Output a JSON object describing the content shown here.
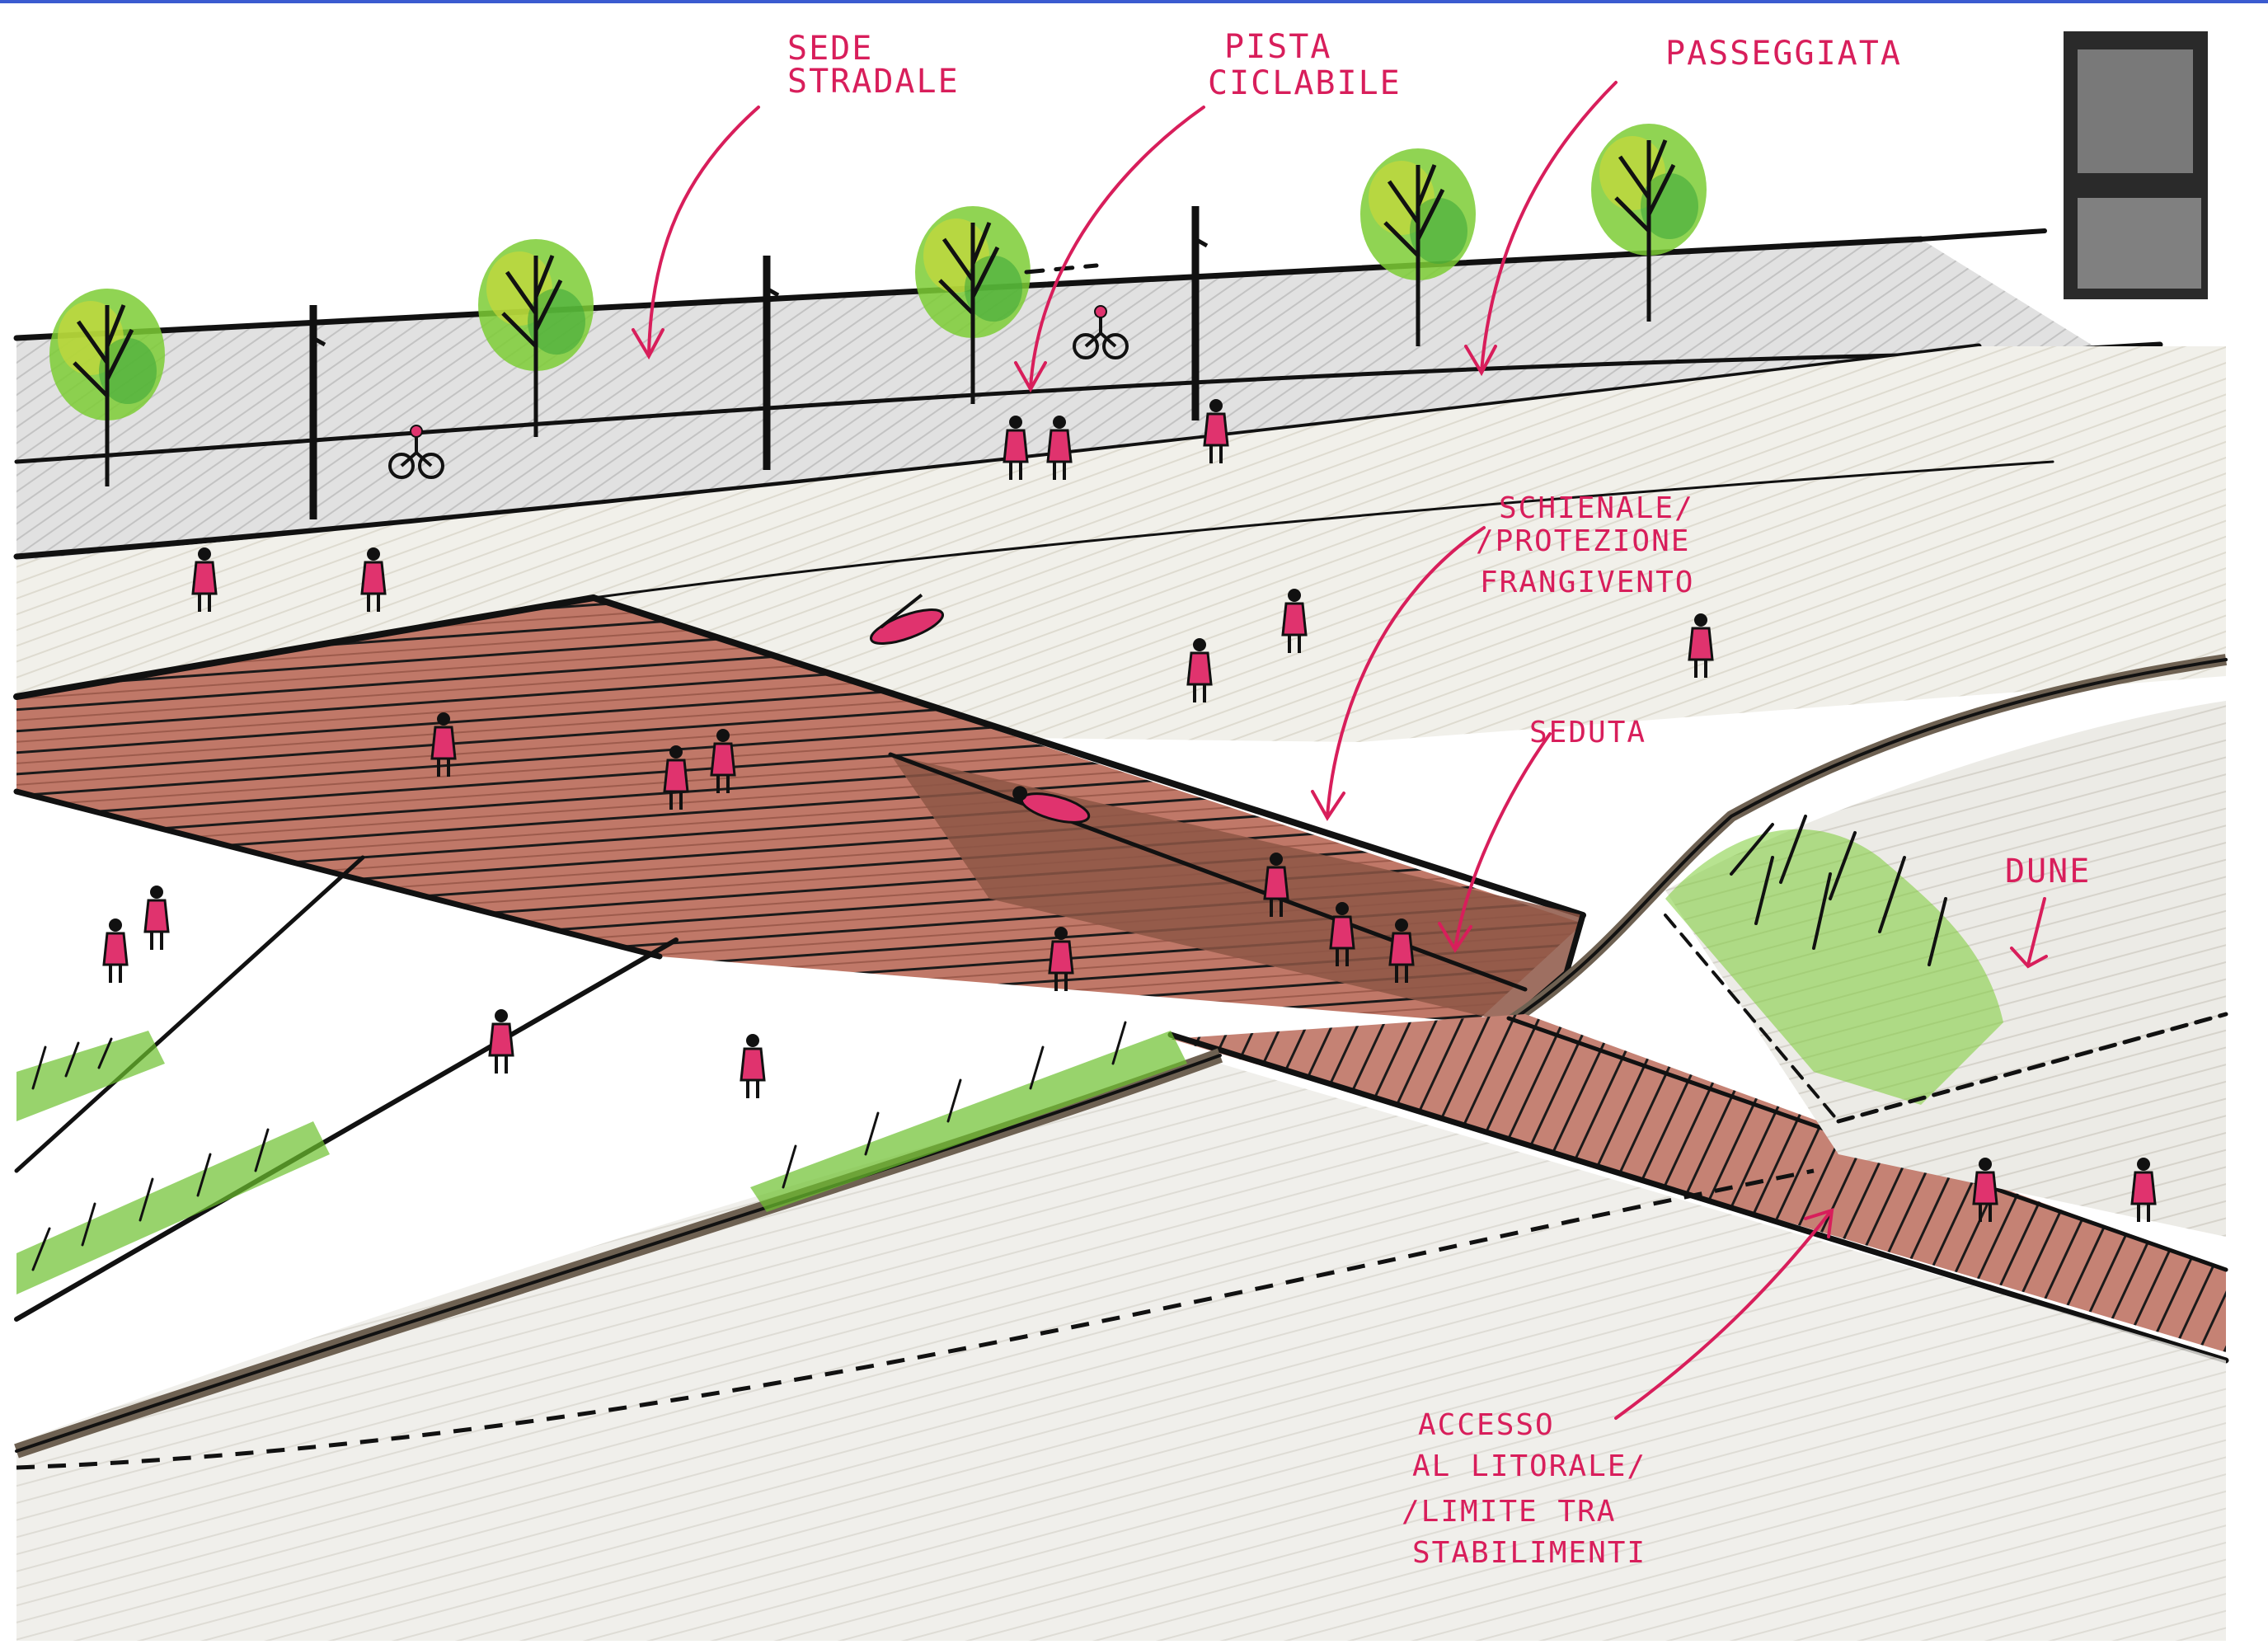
{
  "labels": {
    "sede_stradale": [
      "SEDE",
      "STRADALE"
    ],
    "pista_ciclabile": [
      "PISTA",
      "CICLABILE"
    ],
    "passeggiata": [
      "PASSEGGIATA"
    ],
    "schienale": [
      "SCHIENALE/",
      "/PROTEZIONE",
      "FRANGIVENTO"
    ],
    "seduta": [
      "SEDUTA"
    ],
    "dune": [
      "DUNE"
    ],
    "accesso": [
      "ACCESSO",
      "AL LITORALE/",
      "/LIMITE TRA",
      "STABILIMENTI"
    ]
  },
  "colors": {
    "annotation": "#d81e5b",
    "ink": "#111111",
    "deck": "#b4695b",
    "deck_shadow": "#8a4a3c",
    "tree": "#6cc02e",
    "tree_light": "#c8d93a",
    "sand": "#e8e6df",
    "road": "#c9c9c9",
    "people": "#e0336e"
  },
  "icons": [
    "tree-icon",
    "person-icon",
    "bicycle-icon",
    "skateboarder-icon",
    "street-lamp-icon"
  ]
}
